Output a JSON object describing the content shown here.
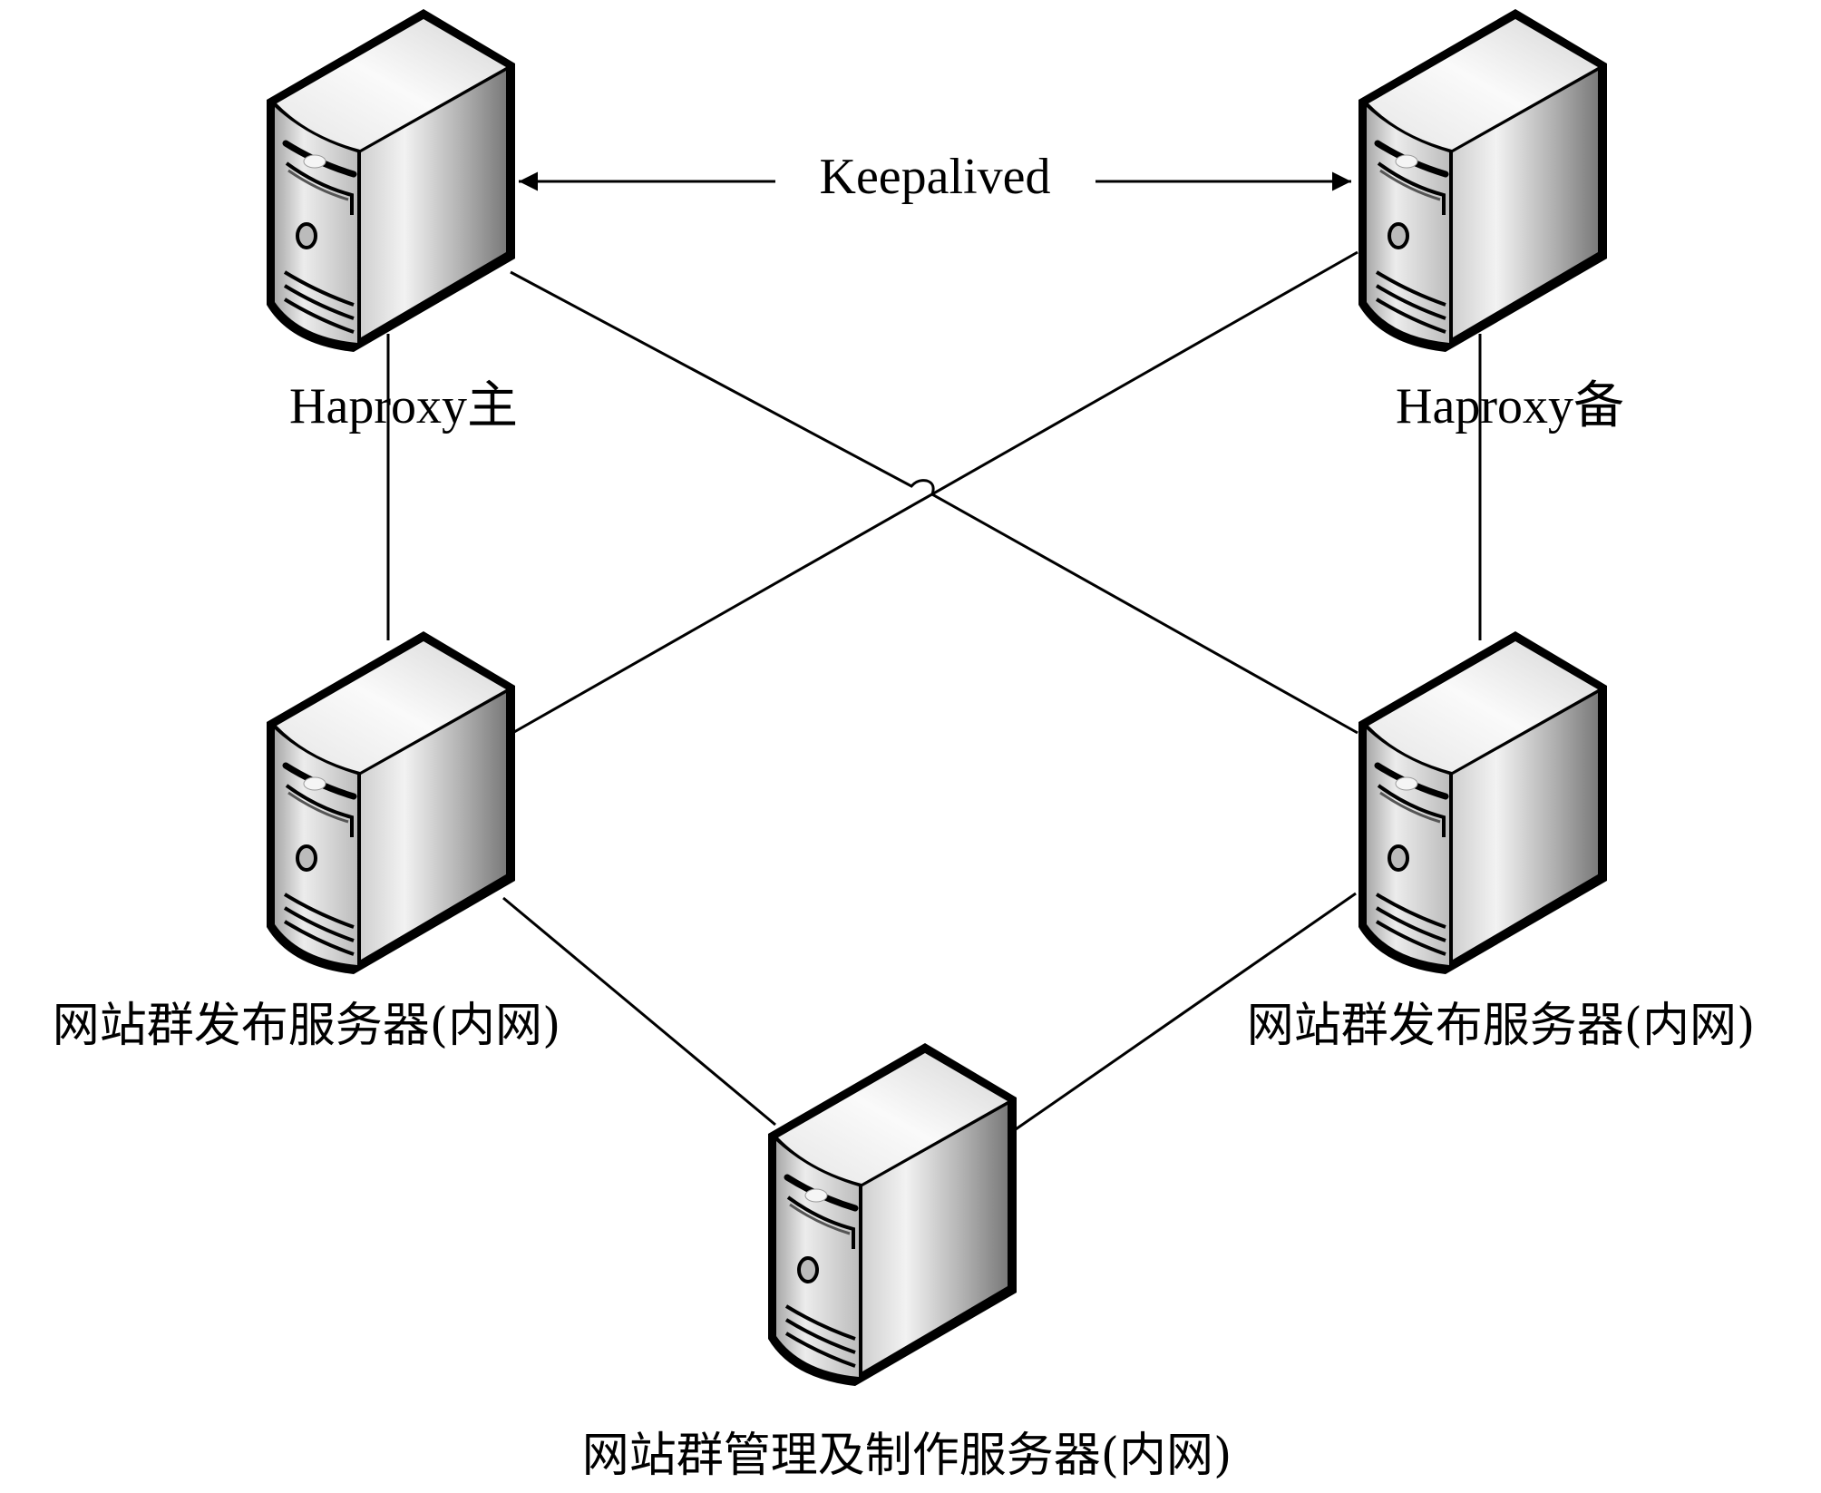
{
  "diagram": {
    "title": "",
    "nodes": [
      {
        "id": "haproxy-master",
        "label": "Haproxy主",
        "icon": "server-tower-icon",
        "role": "load-balancer-primary"
      },
      {
        "id": "haproxy-backup",
        "label": "Haproxy备",
        "icon": "server-tower-icon",
        "role": "load-balancer-backup"
      },
      {
        "id": "publish-left",
        "label": "网站群发布服务器(内网)",
        "icon": "server-tower-icon",
        "role": "publish-server"
      },
      {
        "id": "publish-right",
        "label": "网站群发布服务器(内网)",
        "icon": "server-tower-icon",
        "role": "publish-server"
      },
      {
        "id": "manage",
        "label": "网站群管理及制作服务器(内网)",
        "icon": "server-tower-icon",
        "role": "management-server"
      }
    ],
    "edges": [
      {
        "from": "haproxy-master",
        "to": "haproxy-backup",
        "label": "Keepalived",
        "style": "bidirectional-arrow"
      },
      {
        "from": "haproxy-master",
        "to": "publish-left",
        "label": "",
        "style": "line"
      },
      {
        "from": "haproxy-master",
        "to": "publish-right",
        "label": "",
        "style": "line-with-jump"
      },
      {
        "from": "haproxy-backup",
        "to": "publish-left",
        "label": "",
        "style": "line"
      },
      {
        "from": "haproxy-backup",
        "to": "publish-right",
        "label": "",
        "style": "line"
      },
      {
        "from": "publish-left",
        "to": "manage",
        "label": "",
        "style": "line"
      },
      {
        "from": "publish-right",
        "to": "manage",
        "label": "",
        "style": "line"
      }
    ],
    "colors": {
      "background": "#ffffff",
      "line": "#000000",
      "server_light": "#f4f4f4",
      "server_mid": "#c8c8c8",
      "server_dark": "#8a8a8a"
    }
  }
}
